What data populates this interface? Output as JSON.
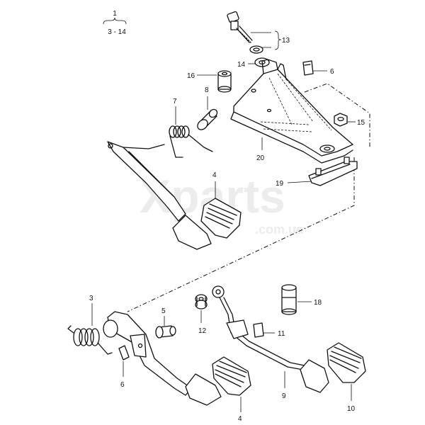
{
  "watermark": {
    "brand": "Xparts",
    "domain": ".com.ua"
  },
  "header": {
    "group_number": "1",
    "page_range": "3 - 14"
  },
  "callouts": {
    "c13": "13",
    "c14": "14",
    "c6_top": "6",
    "c16": "16",
    "c8": "8",
    "c7": "7",
    "c15": "15",
    "c20": "20",
    "c19": "19",
    "c4_top": "4",
    "c3": "3",
    "c5": "5",
    "c12": "12",
    "c18": "18",
    "c11": "11",
    "c6_bottom": "6",
    "c9": "9",
    "c4_bottom": "4",
    "c10": "10"
  }
}
